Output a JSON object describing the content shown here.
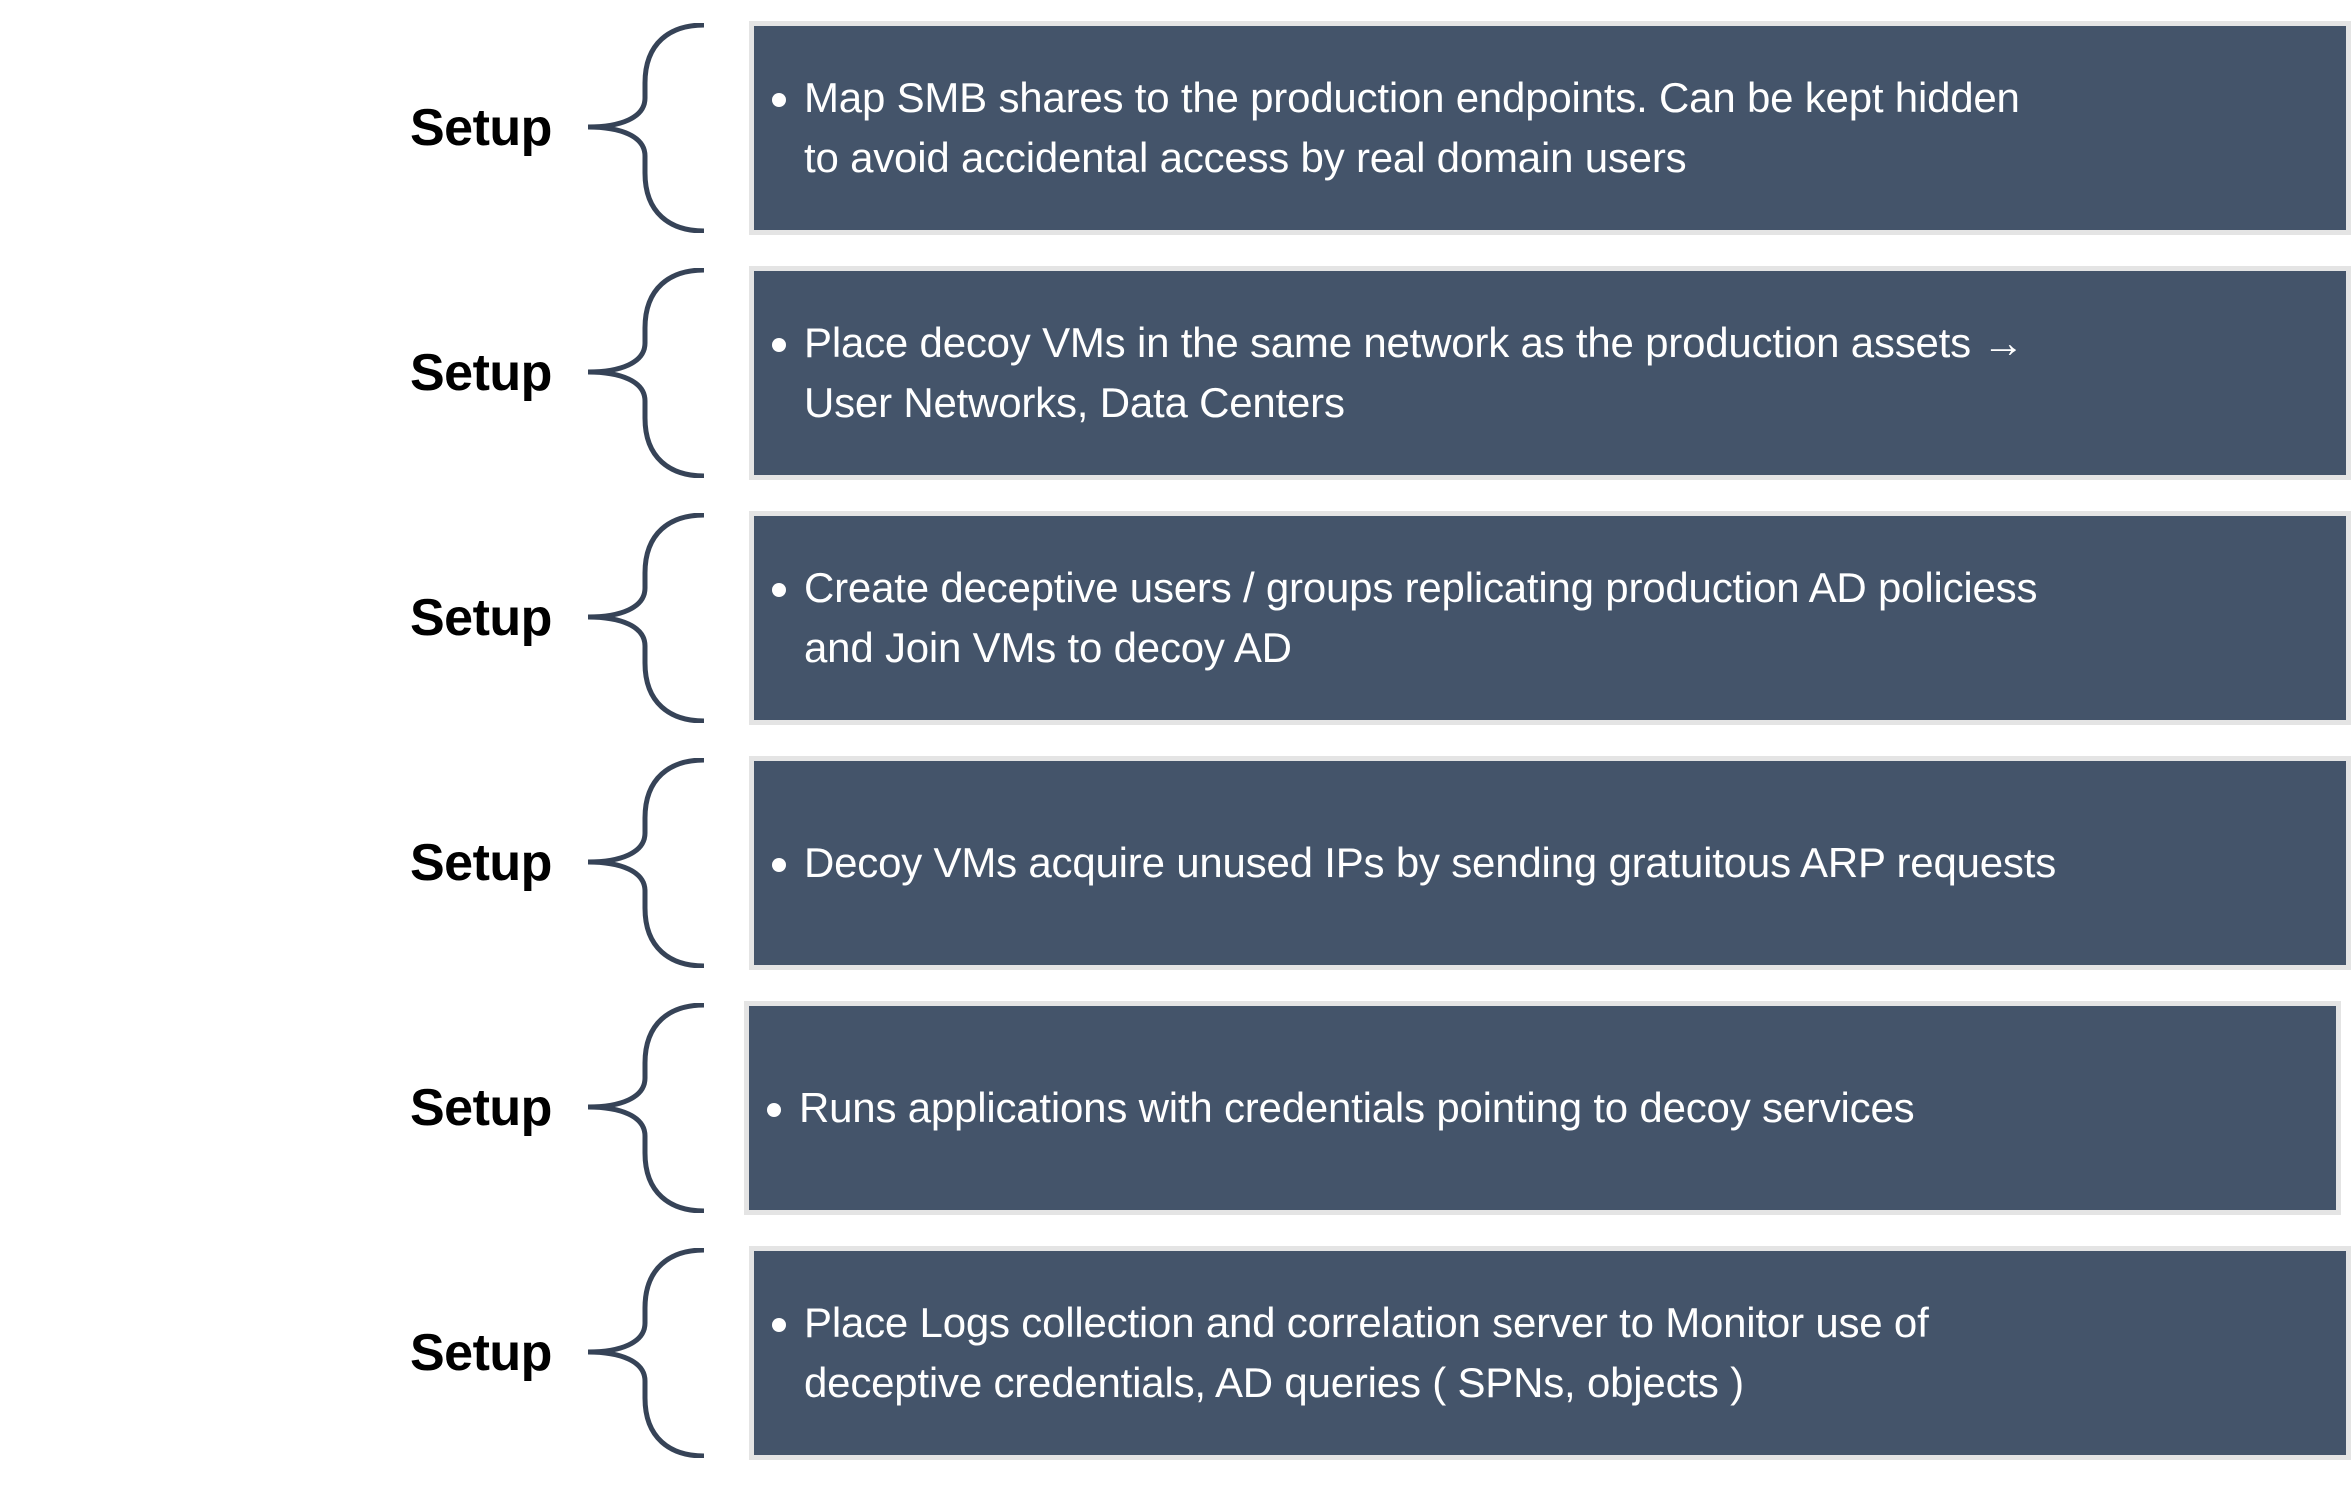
{
  "colors": {
    "box_fill": "#44546A",
    "box_border": "#E4E4E4",
    "brace": "#364357",
    "label": "#000000",
    "text": "#FFFFFF"
  },
  "rows": [
    {
      "label": "Setup",
      "bullet_icon": "bullet-dot",
      "lines": [
        "Map SMB shares to the production endpoints. Can be kept hidden",
        "to avoid accidental access by real domain users"
      ]
    },
    {
      "label": "Setup",
      "bullet_icon": "bullet-dot",
      "lines": [
        "Place decoy VMs in the same network as the production assets →",
        "User Networks, Data Centers"
      ]
    },
    {
      "label": "Setup",
      "bullet_icon": "bullet-dot",
      "lines": [
        "Create deceptive users / groups replicating production AD policiess",
        "and Join VMs to decoy AD"
      ]
    },
    {
      "label": "Setup",
      "bullet_icon": "bullet-dot",
      "lines": [
        "Decoy VMs acquire unused IPs by sending gratuitous ARP requests"
      ]
    },
    {
      "label": "Setup",
      "bullet_icon": "bullet-dot",
      "lines": [
        "Runs applications with credentials pointing to decoy services"
      ]
    },
    {
      "label": "Setup",
      "bullet_icon": "bullet-dot",
      "lines": [
        "Place Logs collection and correlation server to Monitor use of",
        "deceptive credentials, AD queries ( SPNs, objects )"
      ]
    }
  ]
}
